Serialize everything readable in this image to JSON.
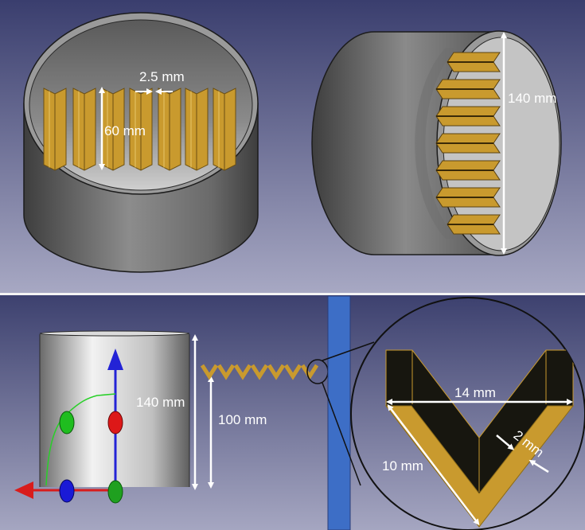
{
  "colors": {
    "bg_top": "#3b3f6e",
    "bg_bottom": "#a9aac4",
    "cylinder_dark": "#4a4a4a",
    "cylinder_light": "#d4d4d4",
    "interior": "#c8c8c8",
    "fin_gold": "#c99a2e",
    "fin_dark": "#17160f",
    "blue_bar": "#3d6fc7",
    "arrow": "#ffffff"
  },
  "top_left": {
    "gap_label": "2.5 mm",
    "height_label": "60 mm"
  },
  "top_right": {
    "height_label": "140 mm"
  },
  "bottom": {
    "cyl_height_label": "140 mm",
    "fin_height_label": "100 mm"
  },
  "zoom": {
    "width_label": "14 mm",
    "thickness_label": "2 mm",
    "leg_label": "10 mm"
  },
  "axes": {
    "x_color": "#e01c1c",
    "y_color": "#1818d8",
    "z_color": "#2a2ae0",
    "point_red": "#e01818",
    "point_green": "#18b818",
    "point_blue": "#1818d8"
  }
}
